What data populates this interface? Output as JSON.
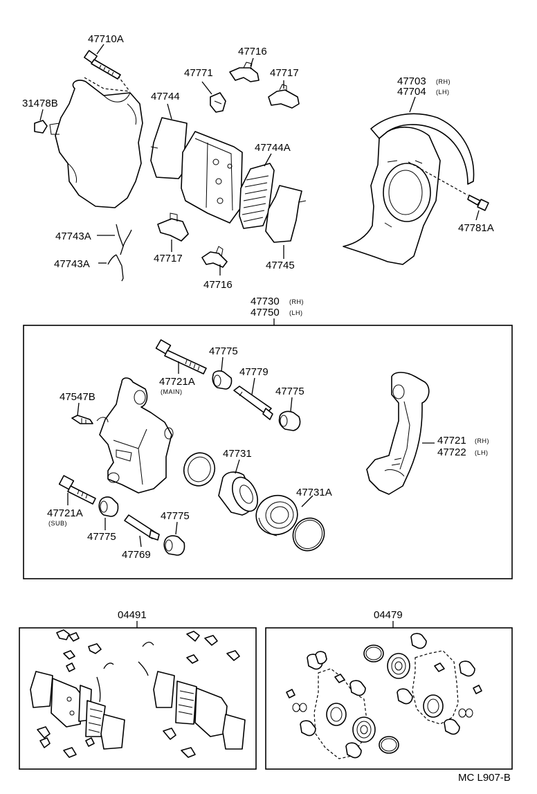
{
  "parts": {
    "p47710A": "47710A",
    "p31478B": "31478B",
    "p47744": "47744",
    "p47771": "47771",
    "p47716_top": "47716",
    "p47717_top": "47717",
    "p47744A": "47744A",
    "p47703": "47703",
    "p47703_side": "(RH)",
    "p47704": "47704",
    "p47704_side": "(LH)",
    "p47781A": "47781A",
    "p47743A_a": "47743A",
    "p47743A_b": "47743A",
    "p47717_bot": "47717",
    "p47716_bot": "47716",
    "p47745": "47745",
    "p47730": "47730",
    "p47730_side": "(RH)",
    "p47750": "47750",
    "p47750_side": "(LH)",
    "p47775_a": "47775",
    "p47779": "47779",
    "p47775_b": "47775",
    "p47721A_main": "47721A",
    "p47721A_main_note": "(MAIN)",
    "p47547B": "47547B",
    "p47731": "47731",
    "p47721": "47721",
    "p47721_side": "(RH)",
    "p47722": "47722",
    "p47722_side": "(LH)",
    "p47721A_sub": "47721A",
    "p47721A_sub_note": "(SUB)",
    "p47775_c": "47775",
    "p47731A": "47731A",
    "p47775_d": "47775",
    "p47769": "47769",
    "p04491": "04491",
    "p04479": "04479"
  },
  "footer": {
    "code": "MC L907-B"
  }
}
